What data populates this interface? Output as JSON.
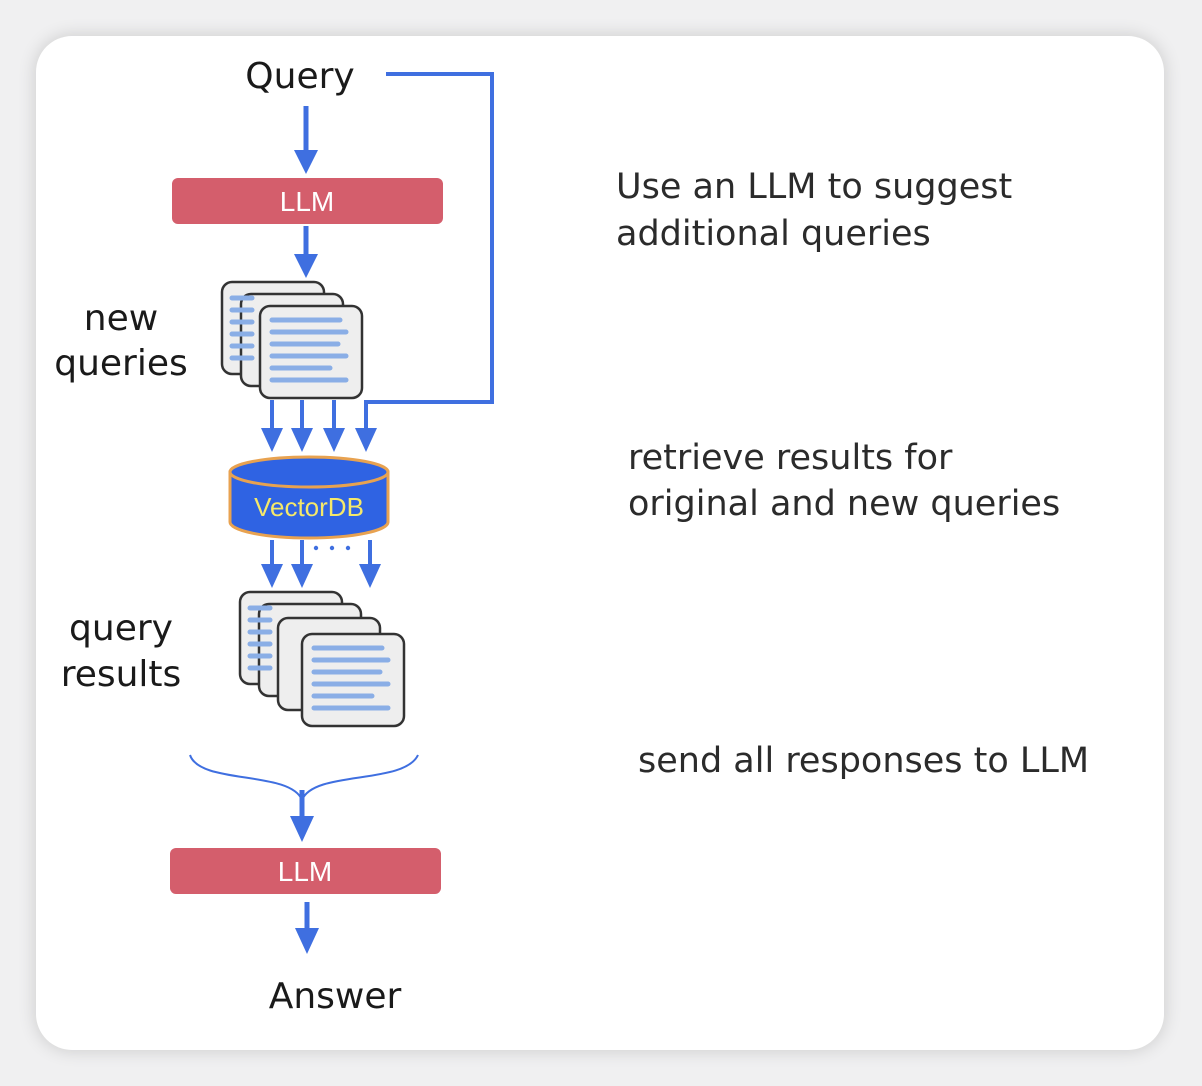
{
  "diagram": {
    "query_label": "Query",
    "llm_top_label": "LLM",
    "new_queries_label": [
      "new",
      "queries"
    ],
    "vectordb_label": "VectorDB",
    "query_results_label": [
      "query",
      "results"
    ],
    "llm_bottom_label": "LLM",
    "answer_label": "Answer"
  },
  "notes": {
    "step1": [
      "Use an LLM to suggest",
      "additional queries"
    ],
    "step2": [
      "retrieve results for",
      "original and new queries"
    ],
    "step3": "send all responses to LLM"
  },
  "colors": {
    "arrow": "#3f6fe0",
    "llm_box": "#d45e6c",
    "db_fill": "#2f63e3",
    "db_outline": "#e8a250",
    "doc_fill": "#eeeeee",
    "doc_line": "#8aaee6"
  }
}
